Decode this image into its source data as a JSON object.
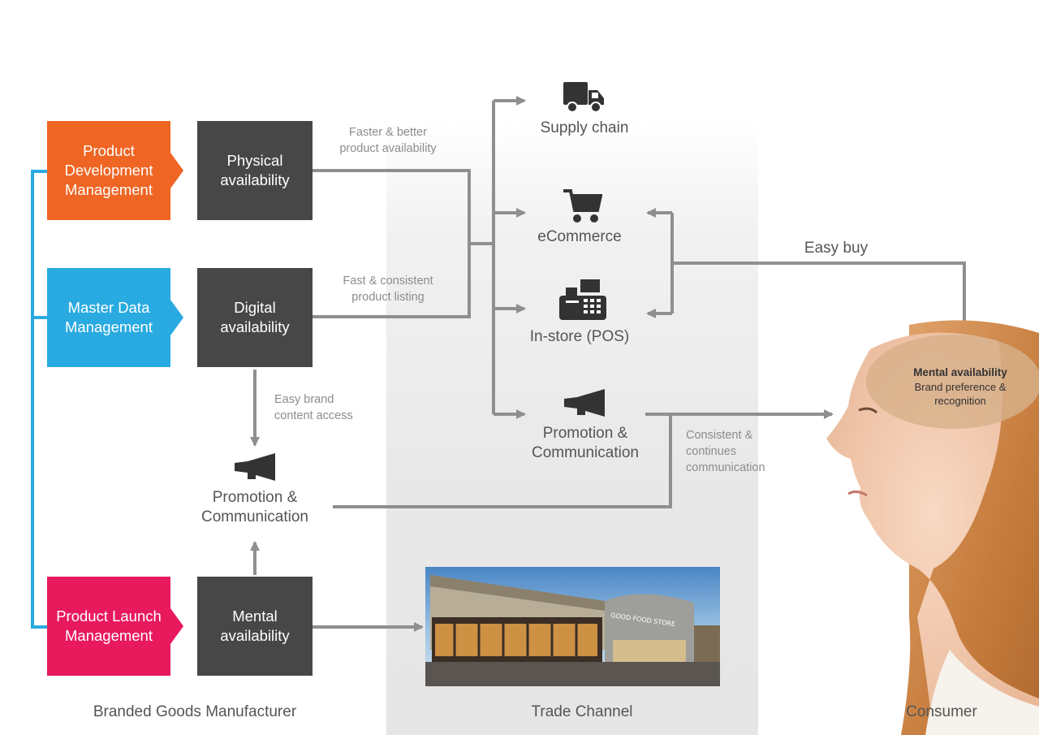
{
  "colors": {
    "orange": "#ef6523",
    "blue": "#29aae1",
    "pink": "#e8195d",
    "dark_box": "#474747",
    "arrow_gray": "#8f8f8f",
    "trade_channel_bg": "#e8e8e8"
  },
  "manufacturer": {
    "product_development": "Product\nDevelopment\nManagement",
    "master_data": "Master Data\nManagement",
    "product_launch": "Product Launch\nManagement",
    "physical_availability": "Physical\navailability",
    "digital_availability": "Digital\navailability",
    "mental_availability": "Mental\navailability",
    "promotion": "Promotion &\nCommunication"
  },
  "notes": {
    "physical": "Faster & better\nproduct availability",
    "digital": "Fast & consistent\nproduct listing",
    "brand_content": "Easy brand\ncontent access",
    "communication": "Consistent &\ncontinues\ncommunication"
  },
  "channels": {
    "supply_chain": "Supply chain",
    "ecommerce": "eCommerce",
    "instore": "In-store (POS)",
    "promotion": "Promotion &\nCommunication"
  },
  "icons": {
    "supply_chain": "truck-icon",
    "ecommerce": "shopping-cart-icon",
    "instore": "cash-register-icon",
    "promotion": "megaphone-icon"
  },
  "consumer": {
    "easy_buy": "Easy buy",
    "mental_title": "Mental availability",
    "mental_desc": "Brand preference &\nrecognition"
  },
  "store_sign": "GOOD FOOD STORE",
  "sections": {
    "manufacturer": "Branded Goods Manufacturer",
    "trade": "Trade Channel",
    "consumer": "Consumer"
  }
}
